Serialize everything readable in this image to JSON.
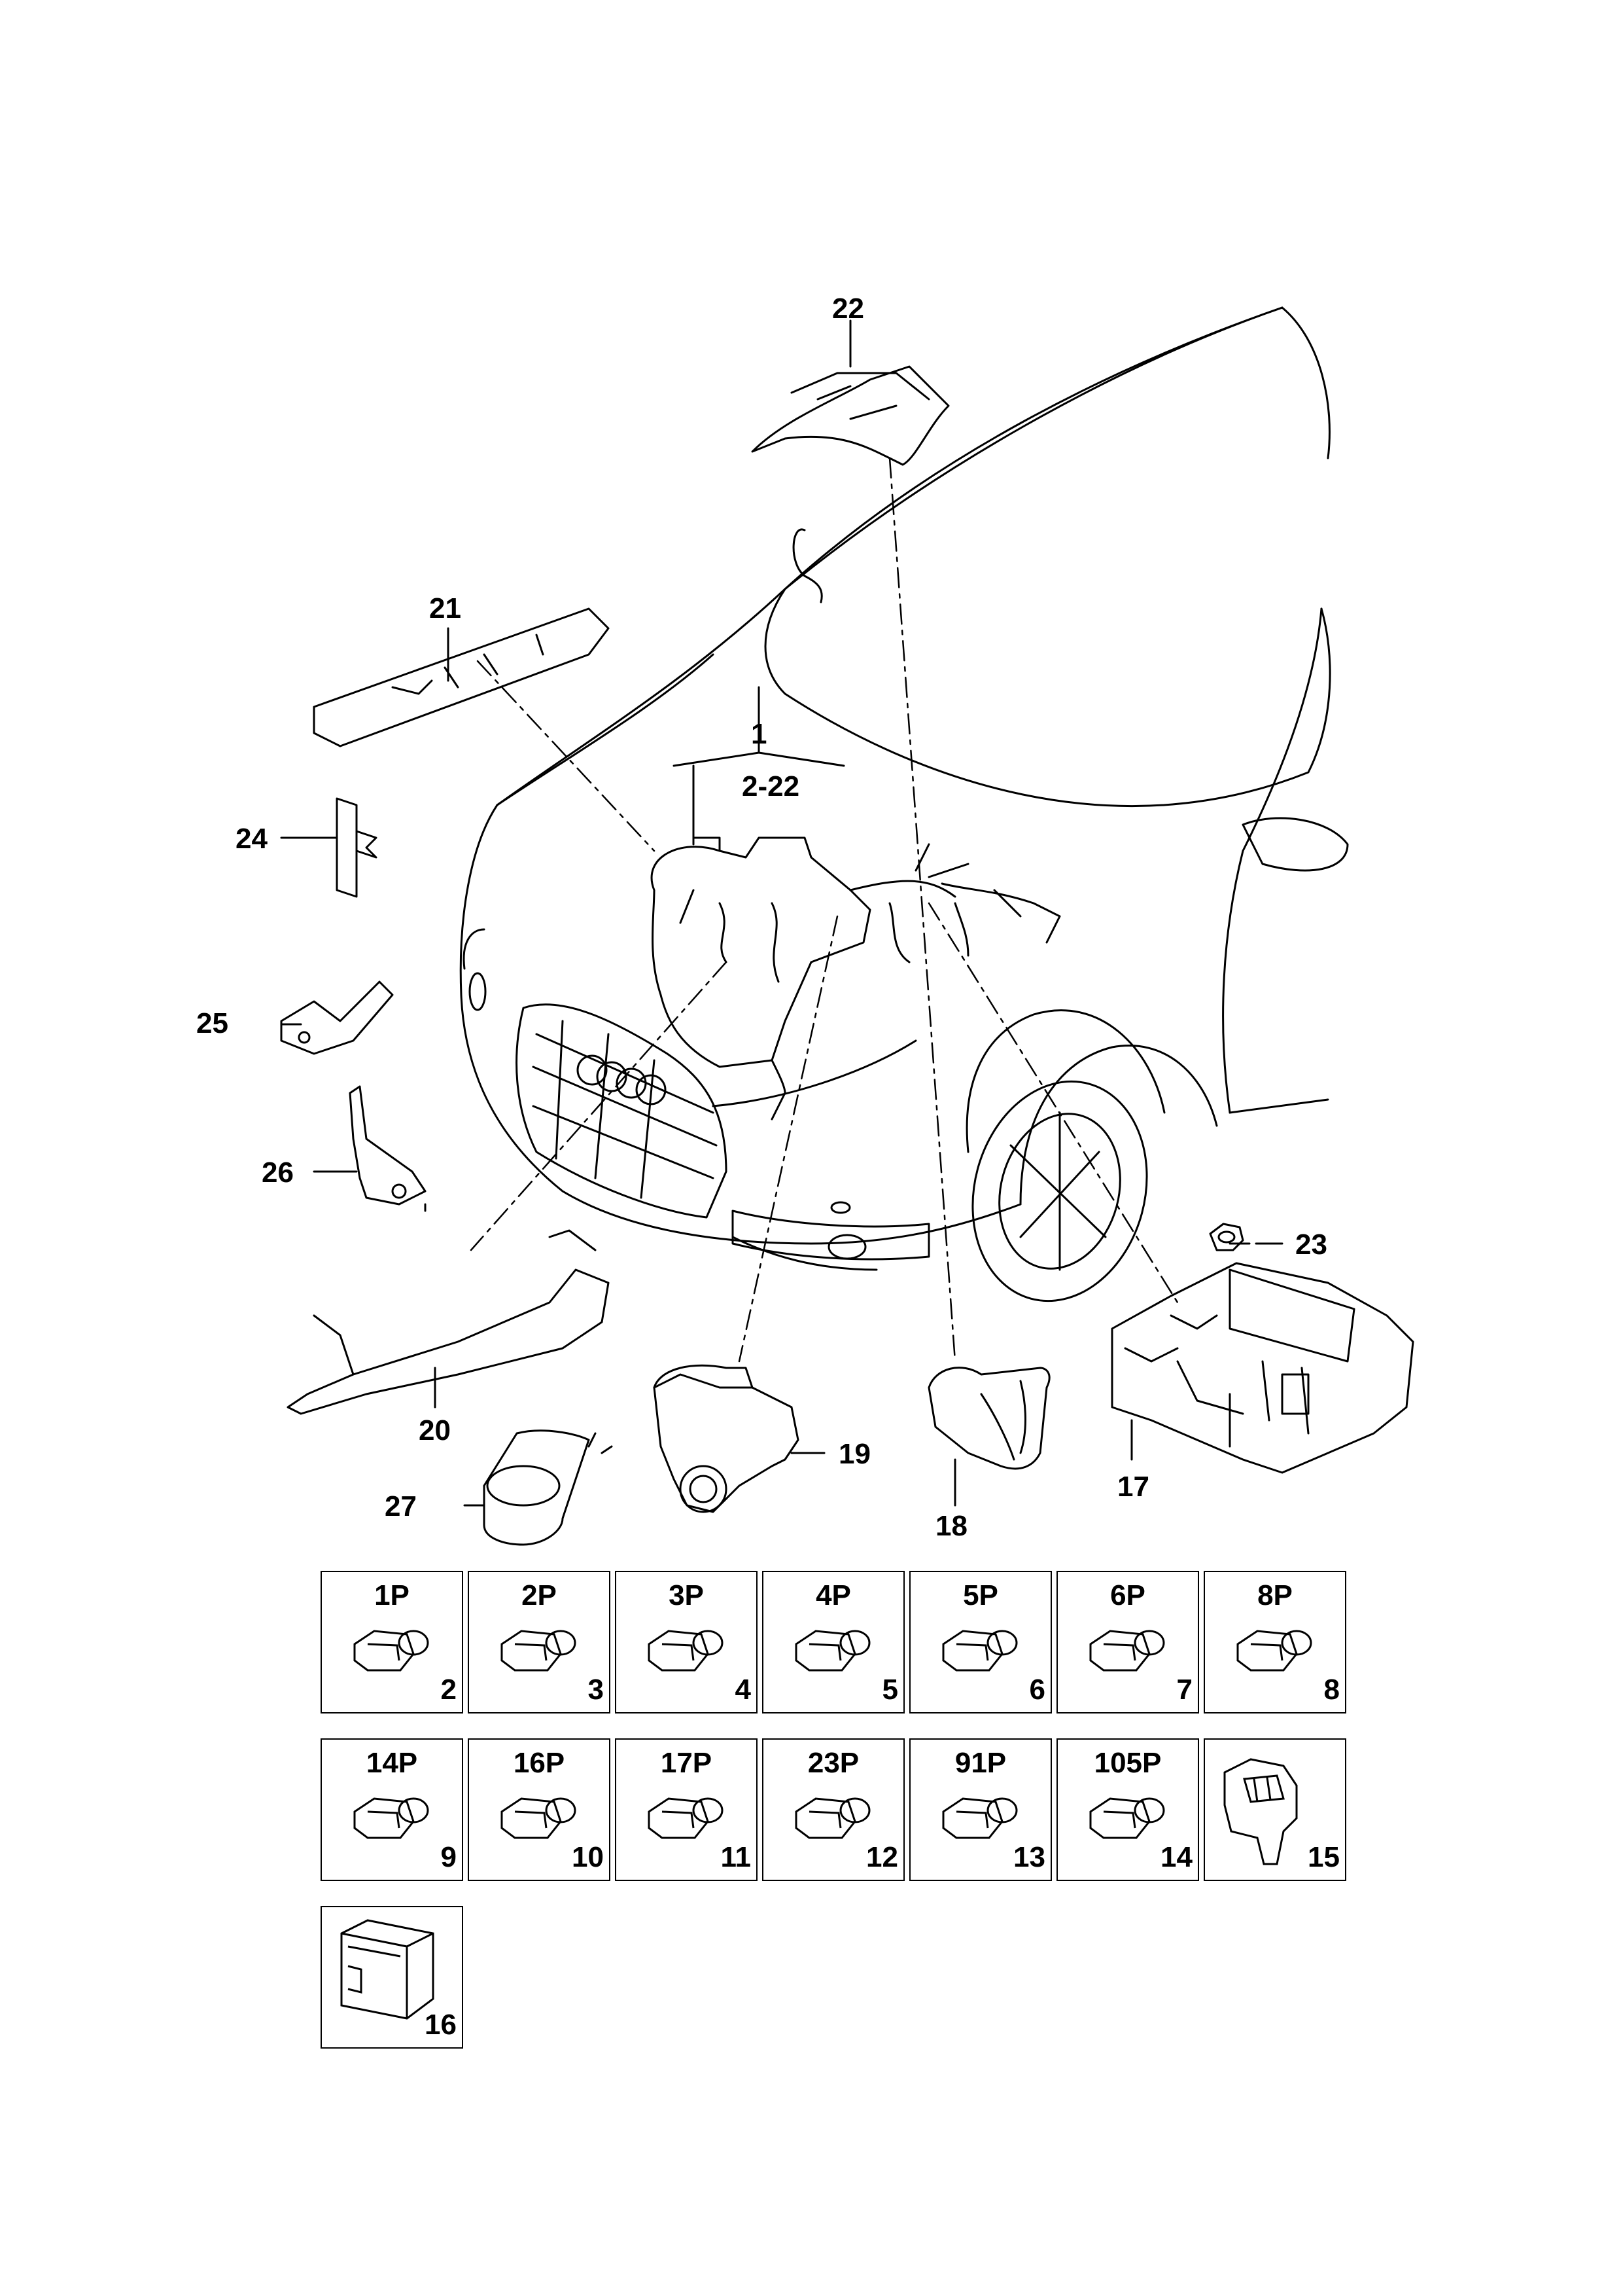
{
  "callouts": {
    "c1": "1",
    "c1_range": "2-22",
    "c17": "17",
    "c18": "18",
    "c19": "19",
    "c20": "20",
    "c21": "21",
    "c22": "22",
    "c23": "23",
    "c24": "24",
    "c25": "25",
    "c26": "26",
    "c27": "27"
  },
  "connector_grid": [
    {
      "pin": "1P",
      "num": "2"
    },
    {
      "pin": "2P",
      "num": "3"
    },
    {
      "pin": "3P",
      "num": "4"
    },
    {
      "pin": "4P",
      "num": "5"
    },
    {
      "pin": "5P",
      "num": "6"
    },
    {
      "pin": "6P",
      "num": "7"
    },
    {
      "pin": "8P",
      "num": "8"
    },
    {
      "pin": "14P",
      "num": "9"
    },
    {
      "pin": "16P",
      "num": "10"
    },
    {
      "pin": "17P",
      "num": "11"
    },
    {
      "pin": "23P",
      "num": "12"
    },
    {
      "pin": "91P",
      "num": "13"
    },
    {
      "pin": "105P",
      "num": "14"
    },
    {
      "pin": "",
      "num": "15"
    },
    {
      "pin": "",
      "num": "16"
    }
  ]
}
